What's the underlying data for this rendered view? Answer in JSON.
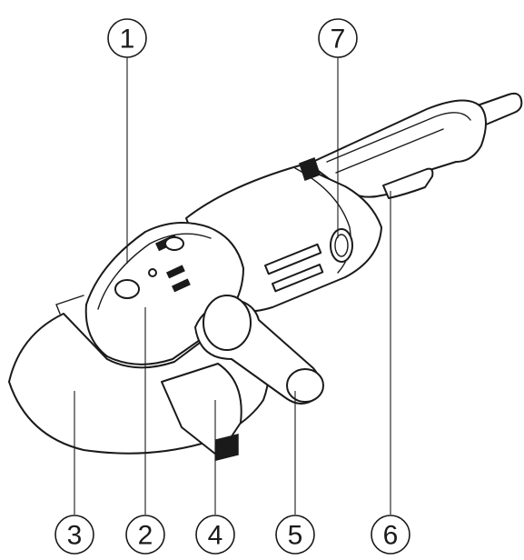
{
  "callouts": [
    {
      "id": "1",
      "label": "1"
    },
    {
      "id": "2",
      "label": "2"
    },
    {
      "id": "3",
      "label": "3"
    },
    {
      "id": "4",
      "label": "4"
    },
    {
      "id": "5",
      "label": "5"
    },
    {
      "id": "6",
      "label": "6"
    },
    {
      "id": "7",
      "label": "7"
    }
  ],
  "colors": {
    "ink": "#1a1a1a",
    "paper": "#ffffff"
  }
}
